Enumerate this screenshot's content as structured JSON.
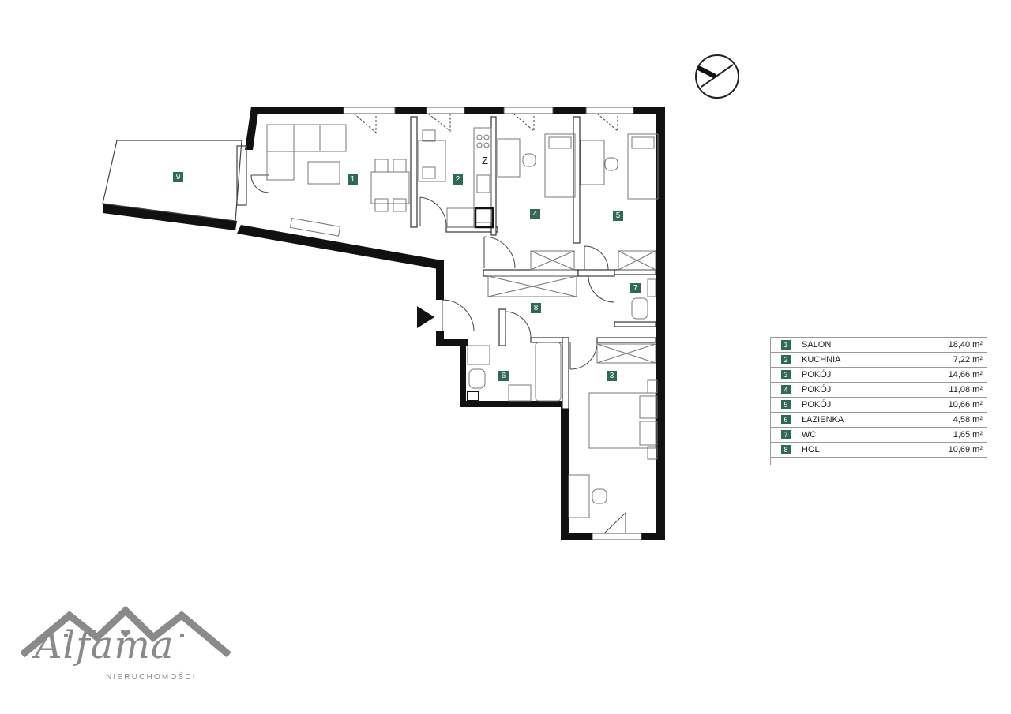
{
  "rooms": [
    {
      "num": "1",
      "name": "SALON",
      "area": "18,40 m²"
    },
    {
      "num": "2",
      "name": "KUCHNIA",
      "area": "7,22 m²"
    },
    {
      "num": "3",
      "name": "POKÓJ",
      "area": "14,66 m²"
    },
    {
      "num": "4",
      "name": "POKÓJ",
      "area": "11,08 m²"
    },
    {
      "num": "5",
      "name": "POKÓJ",
      "area": "10,66 m²"
    },
    {
      "num": "6",
      "name": "ŁAZIENKA",
      "area": "4,58 m²"
    },
    {
      "num": "7",
      "name": "WC",
      "area": "1,65 m²"
    },
    {
      "num": "8",
      "name": "HOL",
      "area": "10,69 m²"
    }
  ],
  "balcony": {
    "num": "9"
  },
  "fridge_label": "Z",
  "compass": {
    "icon": "north-arrow-icon"
  },
  "entrance": {
    "icon": "entrance-arrow-icon"
  },
  "logo": {
    "name": "Alfama",
    "subtitle": "NIERUCHOMOŚCI"
  },
  "colors": {
    "badge": "#2e6b52",
    "wall": "#111111",
    "furniture": "#7a7a7a",
    "logo": "#8a8a8a"
  }
}
